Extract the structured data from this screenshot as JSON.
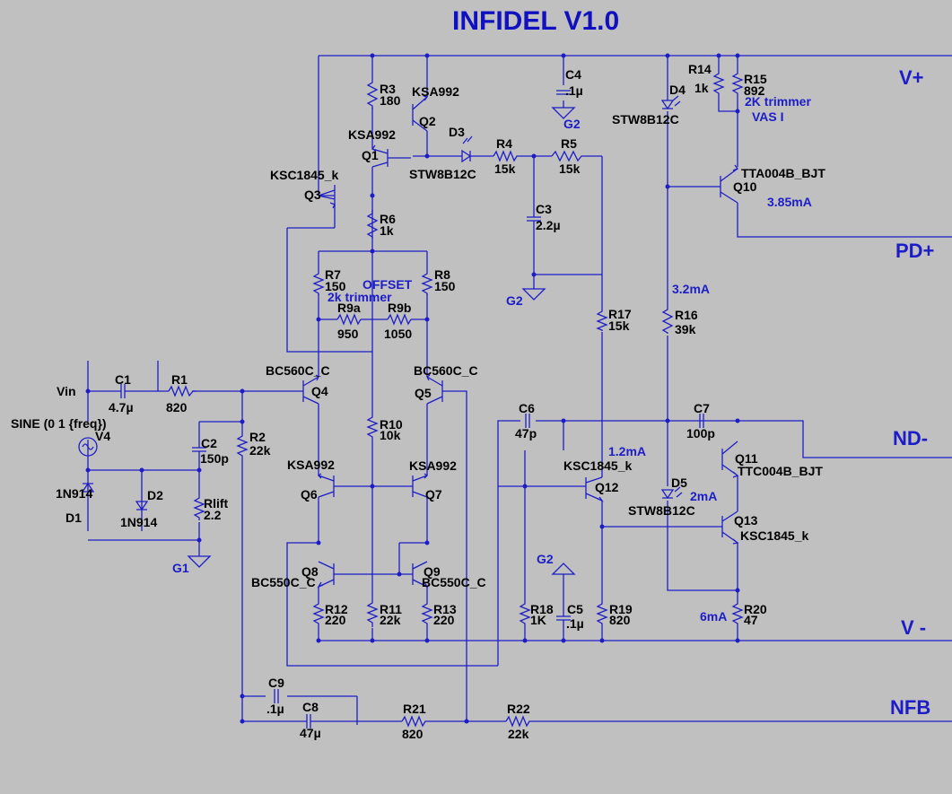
{
  "title": "INFIDEL V1.0",
  "rails": {
    "vplus": "V+",
    "pdplus": "PD+",
    "ndminus": "ND-",
    "vminus": "V -",
    "nfb": "NFB"
  },
  "input": {
    "label": "Vin",
    "source_spec": "SINE (0 1 {freq})",
    "source_ref": "V4"
  },
  "grounds": {
    "g1": "G1",
    "g2a": "G2",
    "g2b": "G2",
    "g2c": "G2"
  },
  "transistors": [
    {
      "ref": "Q1",
      "model": "KSA992"
    },
    {
      "ref": "Q2",
      "model": "KSA992"
    },
    {
      "ref": "Q3",
      "model": "KSC1845_k"
    },
    {
      "ref": "Q4",
      "model": "BC560C_C"
    },
    {
      "ref": "Q5",
      "model": "BC560C_C"
    },
    {
      "ref": "Q6",
      "model": "KSA992"
    },
    {
      "ref": "Q7",
      "model": "KSA992"
    },
    {
      "ref": "Q8",
      "model": "BC550C_C"
    },
    {
      "ref": "Q9",
      "model": "BC550C_C"
    },
    {
      "ref": "Q10",
      "model": "TTA004B_BJT"
    },
    {
      "ref": "Q11",
      "model": "TTC004B_BJT"
    },
    {
      "ref": "Q12",
      "model": "KSC1845_k"
    },
    {
      "ref": "Q13",
      "model": "KSC1845_k"
    }
  ],
  "resistors": [
    {
      "ref": "R1",
      "value": "820"
    },
    {
      "ref": "R2",
      "value": "22k"
    },
    {
      "ref": "R3",
      "value": "180"
    },
    {
      "ref": "R4",
      "value": "15k"
    },
    {
      "ref": "R5",
      "value": "15k"
    },
    {
      "ref": "R6",
      "value": "1k"
    },
    {
      "ref": "R7",
      "value": "150"
    },
    {
      "ref": "R8",
      "value": "150"
    },
    {
      "ref": "R9a",
      "value": "950"
    },
    {
      "ref": "R9b",
      "value": "1050"
    },
    {
      "ref": "R10",
      "value": "10k"
    },
    {
      "ref": "R11",
      "value": "22k"
    },
    {
      "ref": "R12",
      "value": "220"
    },
    {
      "ref": "R13",
      "value": "220"
    },
    {
      "ref": "R14",
      "value": "1k"
    },
    {
      "ref": "R15",
      "value": "892"
    },
    {
      "ref": "R16",
      "value": "39k"
    },
    {
      "ref": "R17",
      "value": "15k"
    },
    {
      "ref": "R18",
      "value": "1K"
    },
    {
      "ref": "R19",
      "value": "820"
    },
    {
      "ref": "R20",
      "value": "47"
    },
    {
      "ref": "R21",
      "value": "820"
    },
    {
      "ref": "R22",
      "value": "22k"
    },
    {
      "ref": "Rlift",
      "value": "2.2"
    }
  ],
  "capacitors": [
    {
      "ref": "C1",
      "value": "4.7µ"
    },
    {
      "ref": "C2",
      "value": "150p"
    },
    {
      "ref": "C3",
      "value": "2.2µ"
    },
    {
      "ref": "C4",
      "value": ".1µ"
    },
    {
      "ref": "C5",
      "value": ".1µ"
    },
    {
      "ref": "C6",
      "value": "47p"
    },
    {
      "ref": "C7",
      "value": "100p"
    },
    {
      "ref": "C8",
      "value": "47µ"
    },
    {
      "ref": "C9",
      "value": ".1µ"
    }
  ],
  "diodes": [
    {
      "ref": "D1",
      "model": "1N914"
    },
    {
      "ref": "D2",
      "model": "1N914"
    },
    {
      "ref": "D3",
      "model": "STW8B12C"
    },
    {
      "ref": "D4",
      "model": "STW8B12C"
    },
    {
      "ref": "D5",
      "model": "STW8B12C"
    }
  ],
  "annotations": {
    "offset": "OFFSET",
    "offset_trim": "2k trimmer",
    "vas_trim": "2K trimmer",
    "vas_i": "VAS I",
    "i_q10": "3.85mA",
    "i_r16": "3.2mA",
    "i_q12": "1.2mA",
    "i_d5": "2mA",
    "i_r20": "6mA"
  }
}
